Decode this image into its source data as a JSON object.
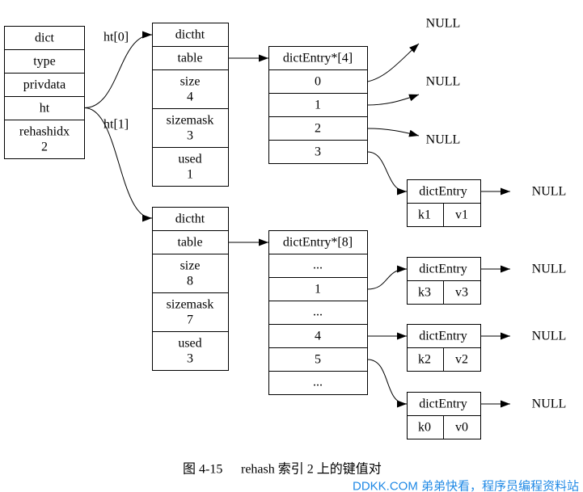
{
  "dict": {
    "title": "dict",
    "type": "type",
    "privdata": "privdata",
    "ht": "ht",
    "rehashidx": {
      "label": "rehashidx",
      "value": "2"
    }
  },
  "edge_labels": {
    "ht0": "ht[0]",
    "ht1": "ht[1]"
  },
  "ht0": {
    "title": "dictht",
    "table": "table",
    "size": {
      "label": "size",
      "value": "4"
    },
    "sizemask": {
      "label": "sizemask",
      "value": "3"
    },
    "used": {
      "label": "used",
      "value": "1"
    }
  },
  "ht1": {
    "title": "dictht",
    "table": "table",
    "size": {
      "label": "size",
      "value": "8"
    },
    "sizemask": {
      "label": "sizemask",
      "value": "7"
    },
    "used": {
      "label": "used",
      "value": "3"
    }
  },
  "table0": {
    "title": "dictEntry*[4]",
    "slots": [
      "0",
      "1",
      "2",
      "3"
    ],
    "nulls": [
      "NULL",
      "NULL",
      "NULL"
    ]
  },
  "table1": {
    "title": "dictEntry*[8]",
    "slots": [
      "...",
      "1",
      "...",
      "4",
      "5",
      "..."
    ]
  },
  "entries": [
    {
      "title": "dictEntry",
      "key": "k1",
      "value": "v1",
      "next": "NULL"
    },
    {
      "title": "dictEntry",
      "key": "k3",
      "value": "v3",
      "next": "NULL"
    },
    {
      "title": "dictEntry",
      "key": "k2",
      "value": "v2",
      "next": "NULL"
    },
    {
      "title": "dictEntry",
      "key": "k0",
      "value": "v0",
      "next": "NULL"
    }
  ],
  "caption": {
    "number": "图 4-15",
    "title": "rehash 索引 2 上的键值对"
  },
  "watermark": {
    "text": "DDKK.COM 弟弟快看，程序员编程资料站",
    "color": "#1e88e5"
  },
  "colors": {
    "stroke": "#000000",
    "background": "#ffffff"
  }
}
